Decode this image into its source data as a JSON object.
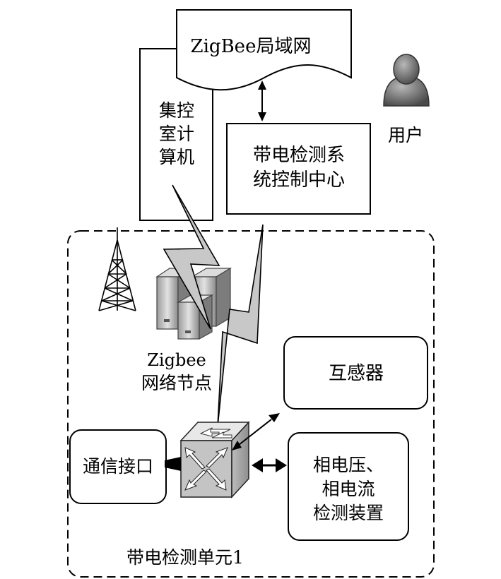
{
  "network": {
    "label": "ZigBee局域网"
  },
  "computer": {
    "lines": [
      "集控",
      "室计",
      "算机"
    ]
  },
  "control_center": {
    "lines": [
      "带电检测系",
      "统控制中心"
    ]
  },
  "user": {
    "label": "用户"
  },
  "node": {
    "lines": [
      "Zigbee",
      "网络节点"
    ]
  },
  "transformer": {
    "label": "互感器"
  },
  "comm_interface": {
    "label": "通信接口"
  },
  "detector": {
    "lines": [
      "相电压、",
      "相电流",
      "检测装置"
    ]
  },
  "unit": {
    "label": "带电检测单元1"
  }
}
